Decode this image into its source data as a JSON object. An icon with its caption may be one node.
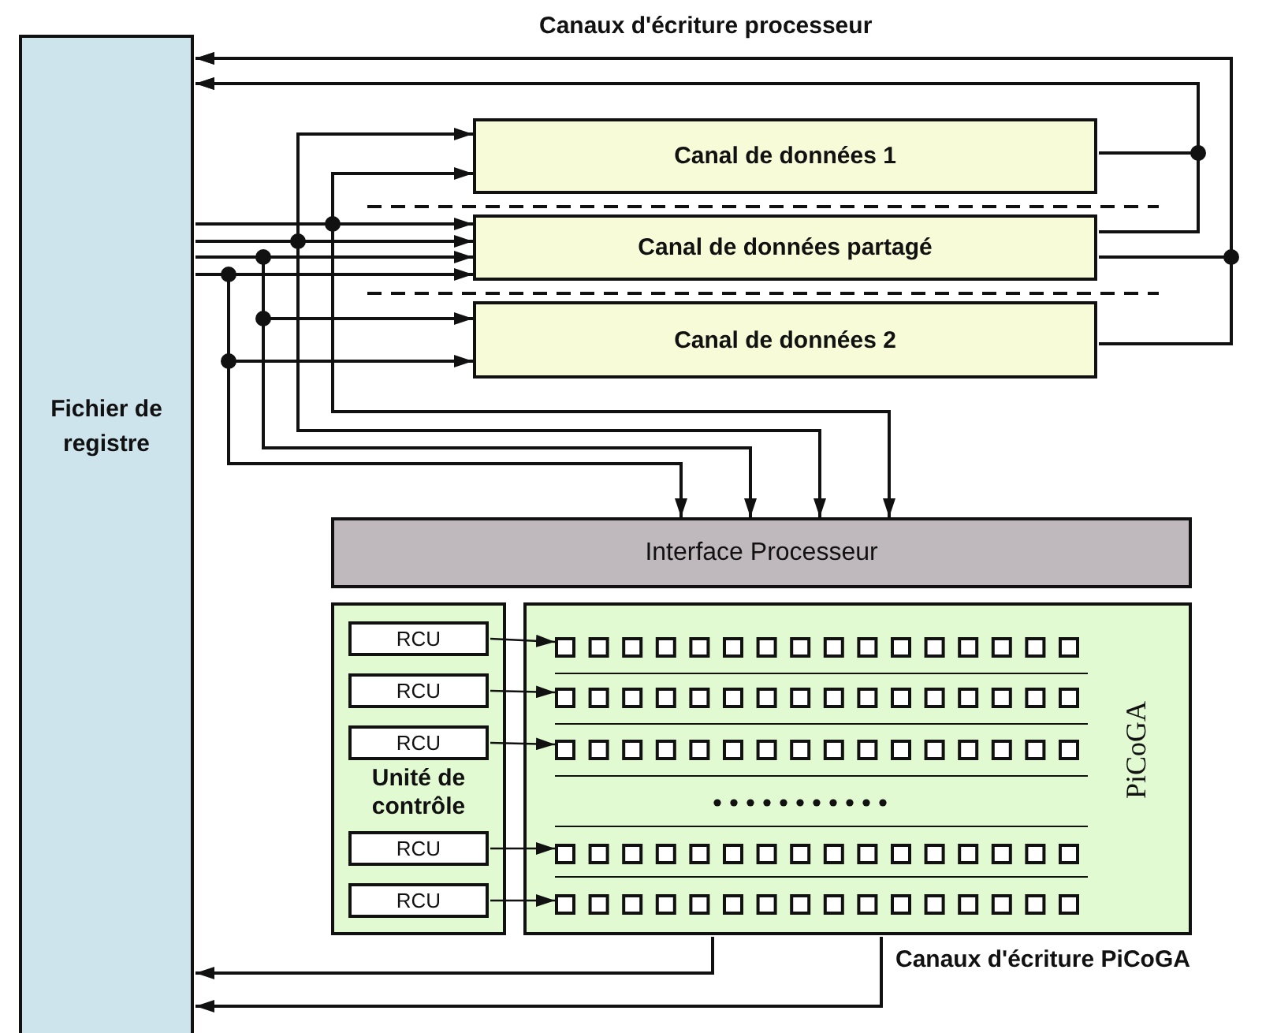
{
  "diagram": {
    "nodes": [
      {
        "text": [
          "Fichier de registre"
        ]
      },
      {
        "text": [
          "Canal de données 1"
        ]
      },
      {
        "text": [
          "Canal de données partagé"
        ]
      },
      {
        "text": [
          "Canal de données 2"
        ]
      },
      {
        "text": [
          "Interface Processeur"
        ]
      },
      {
        "text": [
          "Unité de contrôle"
        ]
      },
      {
        "text": [
          "PiCoGA"
        ]
      },
      {
        "text": [
          "RCU"
        ],
        "in": 5
      },
      {
        "text": [
          "RCU"
        ],
        "in": 5
      },
      {
        "text": [
          "RCU"
        ],
        "in": 5
      },
      {
        "text": [
          "RCU"
        ],
        "in": 5
      },
      {
        "text": [
          "RCU"
        ],
        "in": 5
      },
      {
        "text": [],
        "shape": "box",
        "in": 6
      },
      {
        "text": [],
        "shape": "box",
        "in": 6
      },
      {
        "text": [],
        "shape": "box",
        "in": 6
      },
      {
        "text": [],
        "shape": "box",
        "in": 6
      },
      {
        "text": [],
        "shape": "box",
        "in": 6
      }
    ],
    "edges": [
      {
        "from": 0,
        "to": 2,
        "arrow": "to"
      },
      {
        "from": 0,
        "to": 2,
        "arrow": "to"
      },
      {
        "from": 0,
        "to": 2,
        "arrow": "to"
      },
      {
        "from": 0,
        "to": 2,
        "arrow": "to"
      },
      {
        "from": 0,
        "to": 1,
        "arrow": "to"
      },
      {
        "from": 0,
        "to": 1,
        "arrow": "to"
      },
      {
        "from": 0,
        "to": 3,
        "arrow": "to"
      },
      {
        "from": 0,
        "to": 3,
        "arrow": "to"
      },
      {
        "from": 0,
        "to": 4,
        "arrow": "to"
      },
      {
        "from": 0,
        "to": 4,
        "arrow": "to"
      },
      {
        "from": 0,
        "to": 4,
        "arrow": "to"
      },
      {
        "from": 0,
        "to": 4,
        "arrow": "to"
      },
      {
        "from": 1,
        "to": 0,
        "arrow": "to"
      },
      {
        "from": 2,
        "to": 0,
        "arrow": "to"
      },
      {
        "from": 2,
        "to": 0,
        "arrow": "to"
      },
      {
        "from": 3,
        "to": 0,
        "arrow": "to"
      },
      {
        "from": 6,
        "to": 0,
        "arrow": "to"
      },
      {
        "from": 6,
        "to": 0,
        "arrow": "to"
      },
      {
        "from": 7,
        "to": 12,
        "arrow": "to"
      },
      {
        "from": 8,
        "to": 13,
        "arrow": "to"
      },
      {
        "from": 9,
        "to": 14,
        "arrow": "to"
      },
      {
        "from": 10,
        "to": 15,
        "arrow": "to"
      },
      {
        "from": 11,
        "to": 16,
        "arrow": "to"
      }
    ],
    "labels": [
      "Canaux d'écriture processeur",
      "Canaux d'écriture PiCoGA"
    ]
  }
}
